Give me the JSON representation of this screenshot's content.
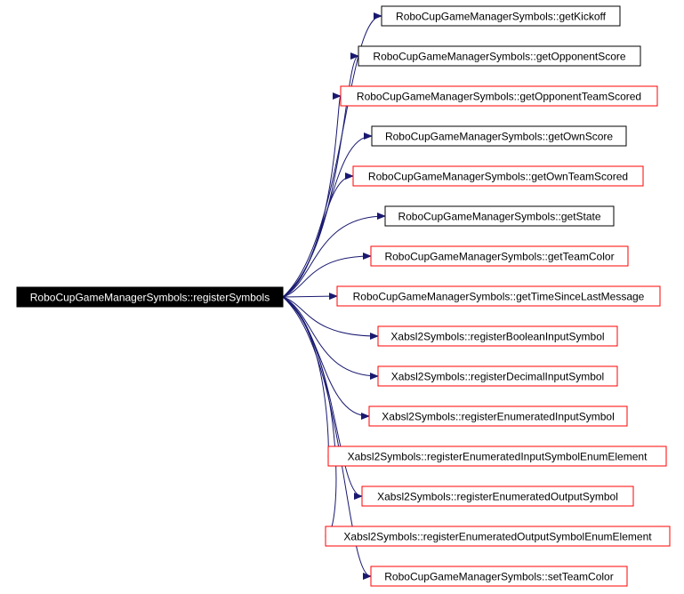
{
  "source": {
    "label": "RoboCupGameManagerSymbols::registerSymbols",
    "fill": "#000000",
    "text_color": "#ffffff"
  },
  "colors": {
    "edge": "#191970",
    "black_border": "#000000",
    "red_border": "#ff0000"
  },
  "targets": [
    {
      "label": "RoboCupGameManagerSymbols::getKickoff",
      "border": "black"
    },
    {
      "label": "RoboCupGameManagerSymbols::getOpponentScore",
      "border": "black"
    },
    {
      "label": "RoboCupGameManagerSymbols::getOpponentTeamScored",
      "border": "red"
    },
    {
      "label": "RoboCupGameManagerSymbols::getOwnScore",
      "border": "black"
    },
    {
      "label": "RoboCupGameManagerSymbols::getOwnTeamScored",
      "border": "red"
    },
    {
      "label": "RoboCupGameManagerSymbols::getState",
      "border": "black"
    },
    {
      "label": "RoboCupGameManagerSymbols::getTeamColor",
      "border": "red"
    },
    {
      "label": "RoboCupGameManagerSymbols::getTimeSinceLastMessage",
      "border": "red"
    },
    {
      "label": "Xabsl2Symbols::registerBooleanInputSymbol",
      "border": "red"
    },
    {
      "label": "Xabsl2Symbols::registerDecimalInputSymbol",
      "border": "red"
    },
    {
      "label": "Xabsl2Symbols::registerEnumeratedInputSymbol",
      "border": "red"
    },
    {
      "label": "Xabsl2Symbols::registerEnumeratedInputSymbolEnumElement",
      "border": "red"
    },
    {
      "label": "Xabsl2Symbols::registerEnumeratedOutputSymbol",
      "border": "red"
    },
    {
      "label": "Xabsl2Symbols::registerEnumeratedOutputSymbolEnumElement",
      "border": "red"
    },
    {
      "label": "RoboCupGameManagerSymbols::setTeamColor",
      "border": "red"
    }
  ]
}
